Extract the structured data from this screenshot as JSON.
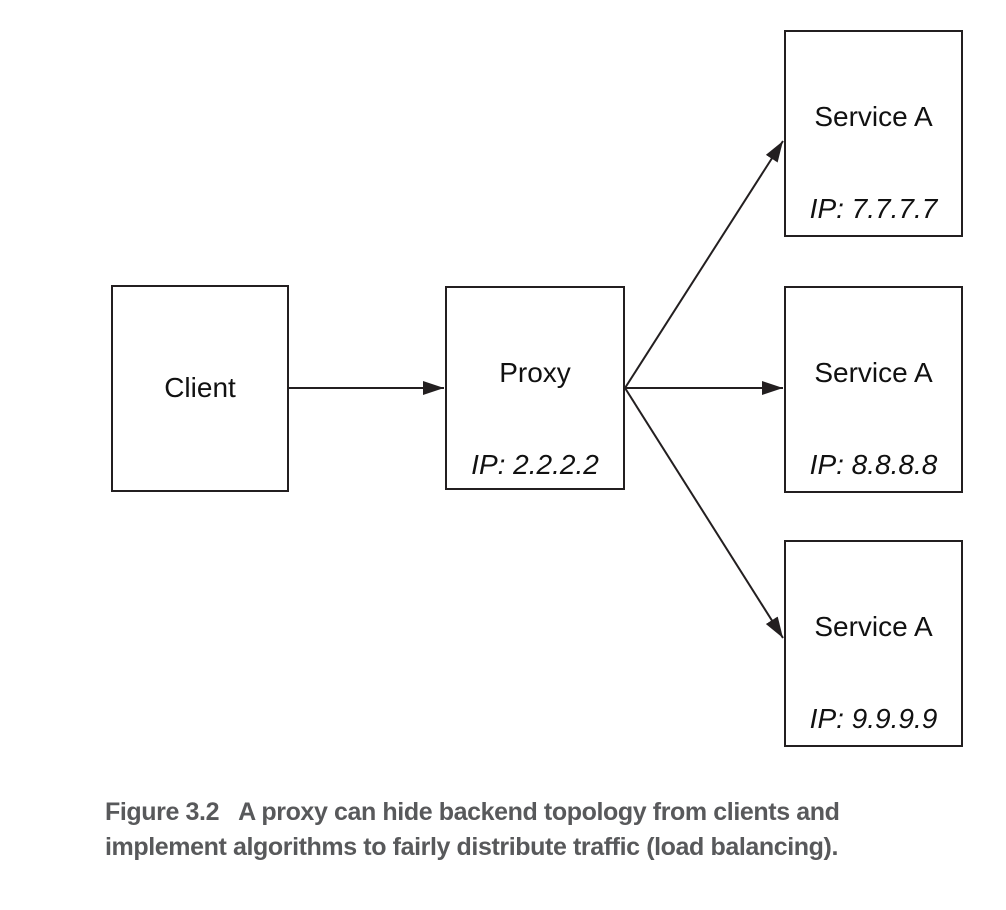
{
  "diagram": {
    "client": {
      "label": "Client"
    },
    "proxy": {
      "label": "Proxy",
      "ip": "IP: 2.2.2.2"
    },
    "services": [
      {
        "label": "Service A",
        "ip": "IP: 7.7.7.7"
      },
      {
        "label": "Service A",
        "ip": "IP: 8.8.8.8"
      },
      {
        "label": "Service A",
        "ip": "IP: 9.9.9.9"
      }
    ],
    "edges": [
      {
        "from": "client",
        "to": "proxy"
      },
      {
        "from": "proxy",
        "to": "service-a-1"
      },
      {
        "from": "proxy",
        "to": "service-a-2"
      },
      {
        "from": "proxy",
        "to": "service-a-3"
      }
    ]
  },
  "caption": {
    "figure_label": "Figure 3.2",
    "line1_rest": "A proxy can hide backend topology from clients and",
    "line2": "implement algorithms to fairly distribute traffic (load balancing)."
  },
  "colors": {
    "line": "#231f20",
    "label_text": "#111111",
    "caption_text": "#58595b",
    "background": "#ffffff"
  }
}
